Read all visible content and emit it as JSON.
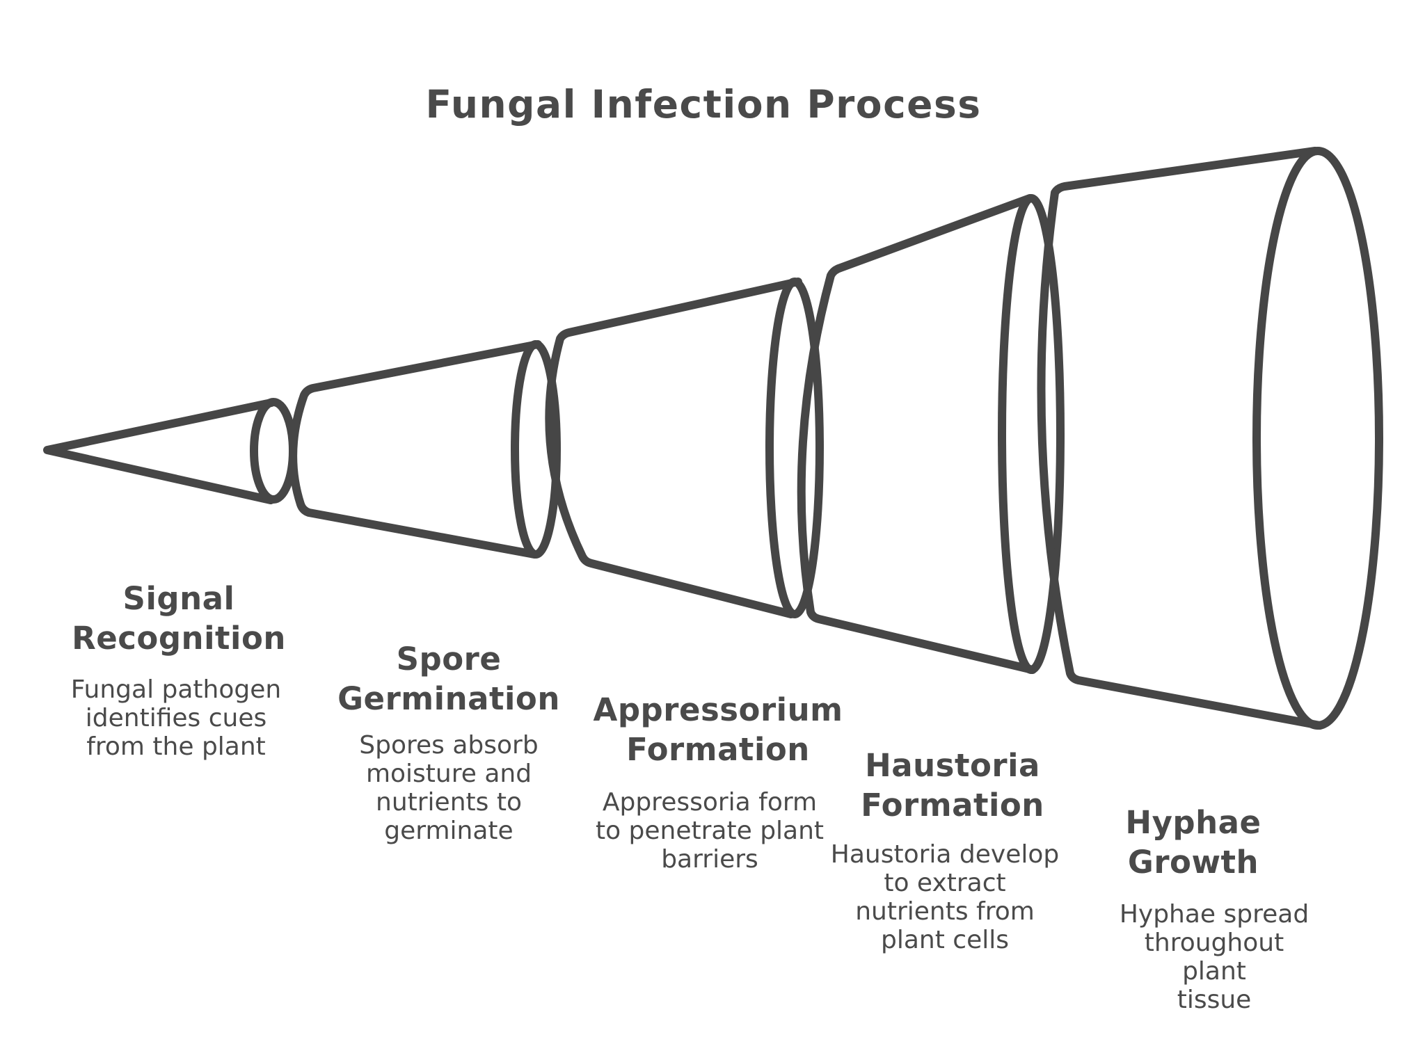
{
  "title": "Fungal Infection Process",
  "colors": {
    "stroke": "#464646",
    "text": "#4a4a4a",
    "background": "#ffffff"
  },
  "diagram": {
    "type": "funnel",
    "orientation": "horizontal-left-to-right",
    "stage_count": 5,
    "stages": [
      {
        "label": "Signal\nRecognition",
        "description": "Fungal pathogen\nidentifies cues\nfrom the plant"
      },
      {
        "label": "Spore\nGermination",
        "description": "Spores absorb\nmoisture and\nnutrients to\ngerminate"
      },
      {
        "label": "Appressorium\nFormation",
        "description": "Appressoria form\nto penetrate plant\nbarriers"
      },
      {
        "label": "Haustoria\nFormation",
        "description": "Haustoria develop\nto extract\nnutrients from\nplant cells"
      },
      {
        "label": "Hyphae\nGrowth",
        "description": "Hyphae spread\nthroughout plant\ntissue"
      }
    ]
  }
}
